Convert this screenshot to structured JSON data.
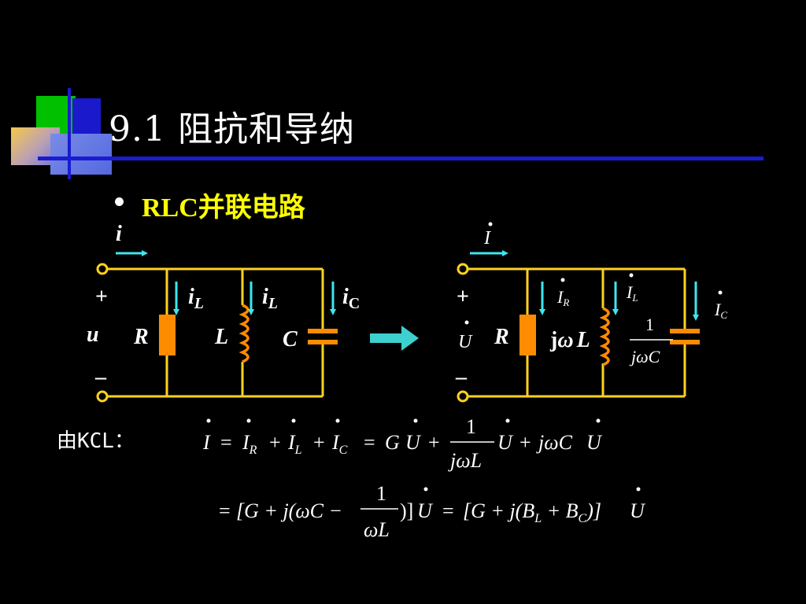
{
  "slide": {
    "title": "9.1 阻抗和导纳",
    "bullet": "RLC并联电路",
    "kcl_label": "由KCL："
  },
  "colors": {
    "background": "#000000",
    "wire": "#ffd21e",
    "component": "#ff8c00",
    "arrow": "#3ee6ee",
    "bullet": "#ffff00",
    "rule": "#1b1bd0"
  },
  "left_circuit": {
    "current_i": "i",
    "plus": "+",
    "voltage": "u",
    "minus": "–",
    "R": "R",
    "L": "L",
    "C": "C",
    "iL_1": "i",
    "iL_1_sub": "L",
    "iL_2": "i",
    "iL_2_sub": "L",
    "iC": "i",
    "iC_sub": "C"
  },
  "right_circuit": {
    "current_I": "I",
    "plus": "+",
    "voltage": "U",
    "minus": "–",
    "R": "R",
    "jwL_j": "j",
    "jwL_w": "ω",
    "jwL_L": "L",
    "IR": "I",
    "IR_sub": "R",
    "IL": "I",
    "IL_sub": "L",
    "IC": "I",
    "IC_sub": "C",
    "cap_num": "1",
    "cap_den": "jωC"
  },
  "equations": {
    "eq1": {
      "I": "I",
      "eq": "=",
      "IR": "I",
      "IR_sub": "R",
      "p1": "+",
      "IL": "I",
      "IL_sub": "L",
      "p2": "+",
      "IC": "I",
      "IC_sub": "C",
      "eq2": "=",
      "GU_G": "G",
      "GU_U": "U",
      "p3": "+",
      "frac_num": "1",
      "frac_den": "jωL",
      "U2": "U",
      "p4": "+",
      "jwC": "jωC",
      "U3": "U"
    },
    "eq2": {
      "eq": "=",
      "lhs1": "[G + j(ωC −",
      "frac_num": "1",
      "frac_den": "ωL",
      "lhs2": ")]",
      "U": "U",
      "eq2": "=",
      "rhs1": "[G + j(B",
      "BL_sub": "L",
      "plus": " + B",
      "BC_sub": "C",
      "rhs2": ")]",
      "U2": "U"
    }
  }
}
